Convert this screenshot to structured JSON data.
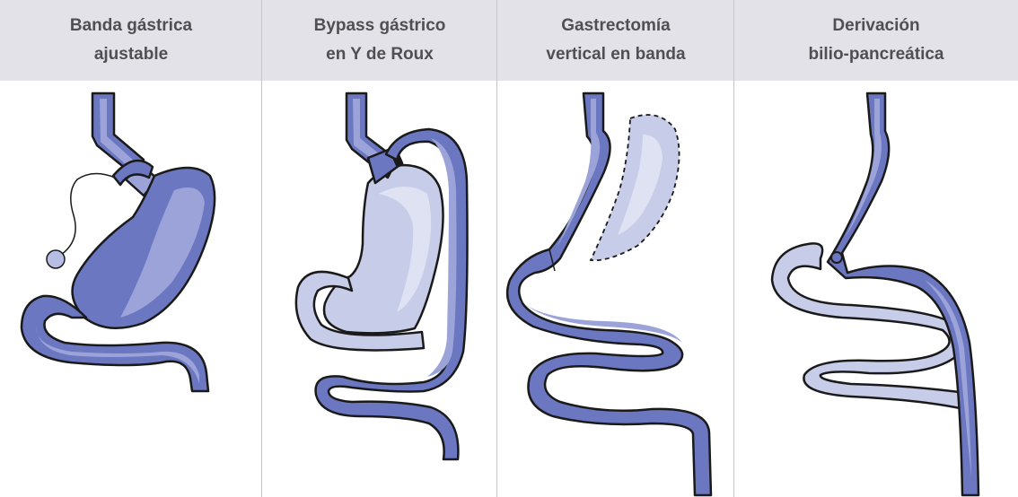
{
  "columns": [
    {
      "line1": "Banda gástrica",
      "line2": "ajustable"
    },
    {
      "line1": "Bypass gástrico",
      "line2": "en Y de Roux"
    },
    {
      "line1": "Gastrectomía",
      "line2": "vertical en banda"
    },
    {
      "line1": "Derivación",
      "line2": "bilio-pancreática"
    }
  ],
  "colors": {
    "header_bg": "#e2e2e8",
    "header_text": "#505052",
    "divider": "#c4c4d2",
    "tract_fill": "#6b77c0",
    "tract_highlight": "#9ba3d9",
    "pouch_fill": "#c7cce8",
    "outline": "#1a1a1a"
  }
}
